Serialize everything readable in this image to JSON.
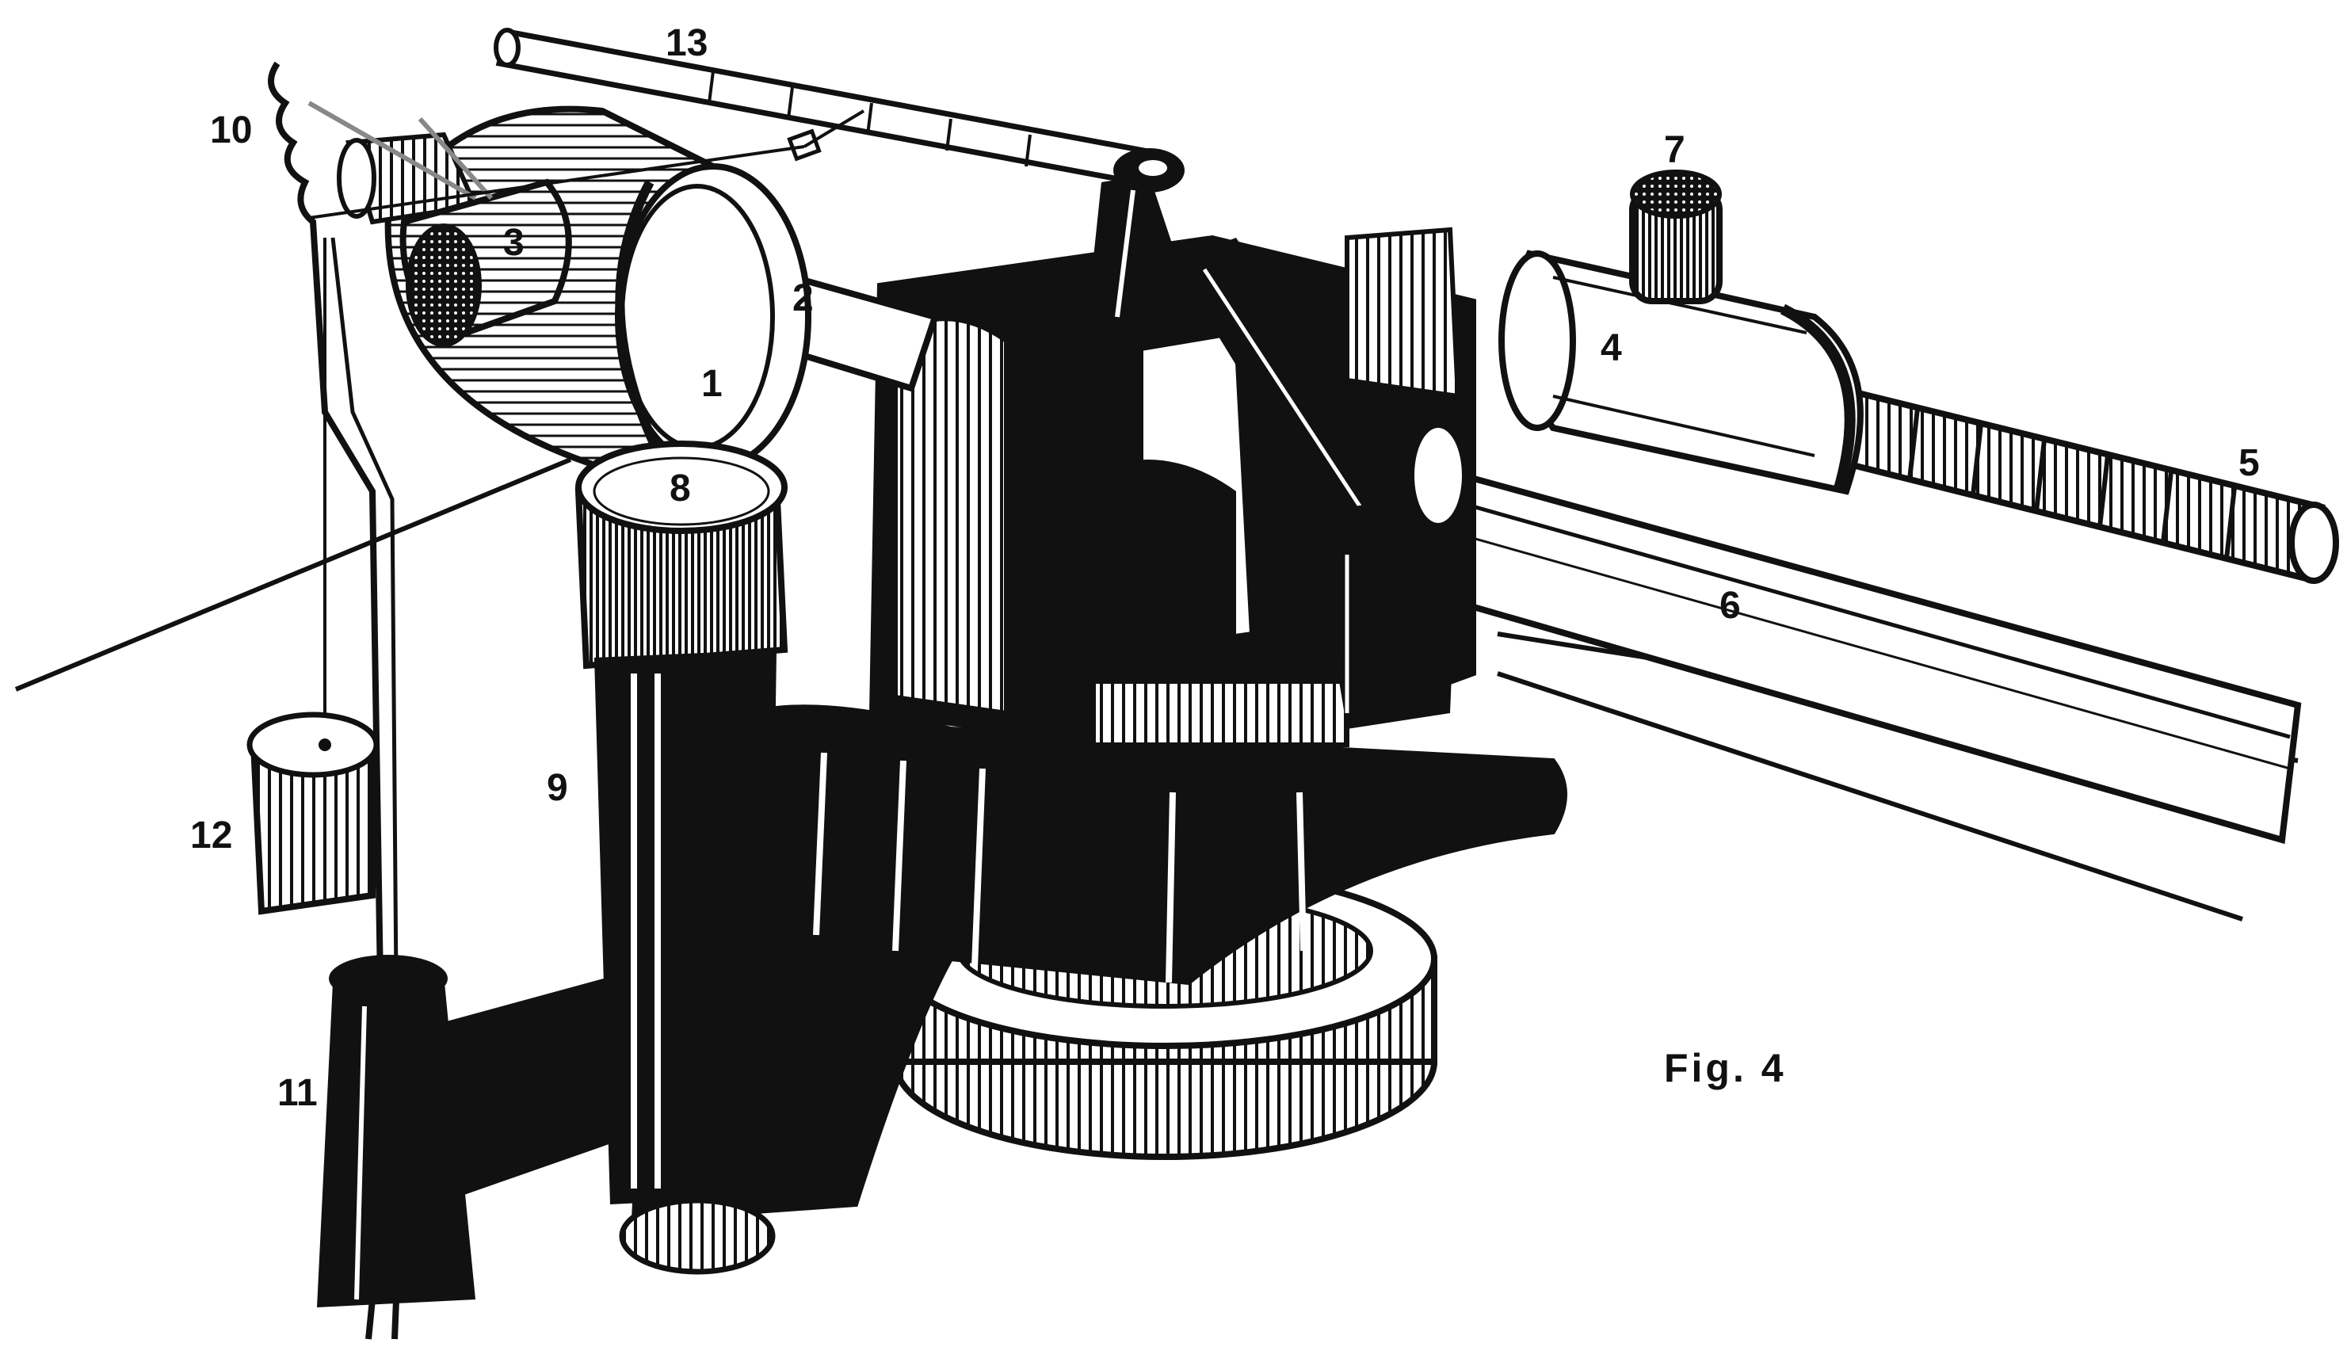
{
  "figure": {
    "caption": "Fig. 4",
    "callouts": [
      {
        "id": "1",
        "text": "1"
      },
      {
        "id": "2",
        "text": "2"
      },
      {
        "id": "3",
        "text": "3"
      },
      {
        "id": "4",
        "text": "4"
      },
      {
        "id": "5",
        "text": "5"
      },
      {
        "id": "6",
        "text": "6"
      },
      {
        "id": "7",
        "text": "7"
      },
      {
        "id": "8",
        "text": "8"
      },
      {
        "id": "9",
        "text": "9"
      },
      {
        "id": "10",
        "text": "10"
      },
      {
        "id": "11",
        "text": "11"
      },
      {
        "id": "12",
        "text": "12"
      },
      {
        "id": "13",
        "text": "13"
      }
    ]
  },
  "colors": {
    "ink": "#111111",
    "paper": "#ffffff",
    "accent_arrow": "#888888"
  }
}
